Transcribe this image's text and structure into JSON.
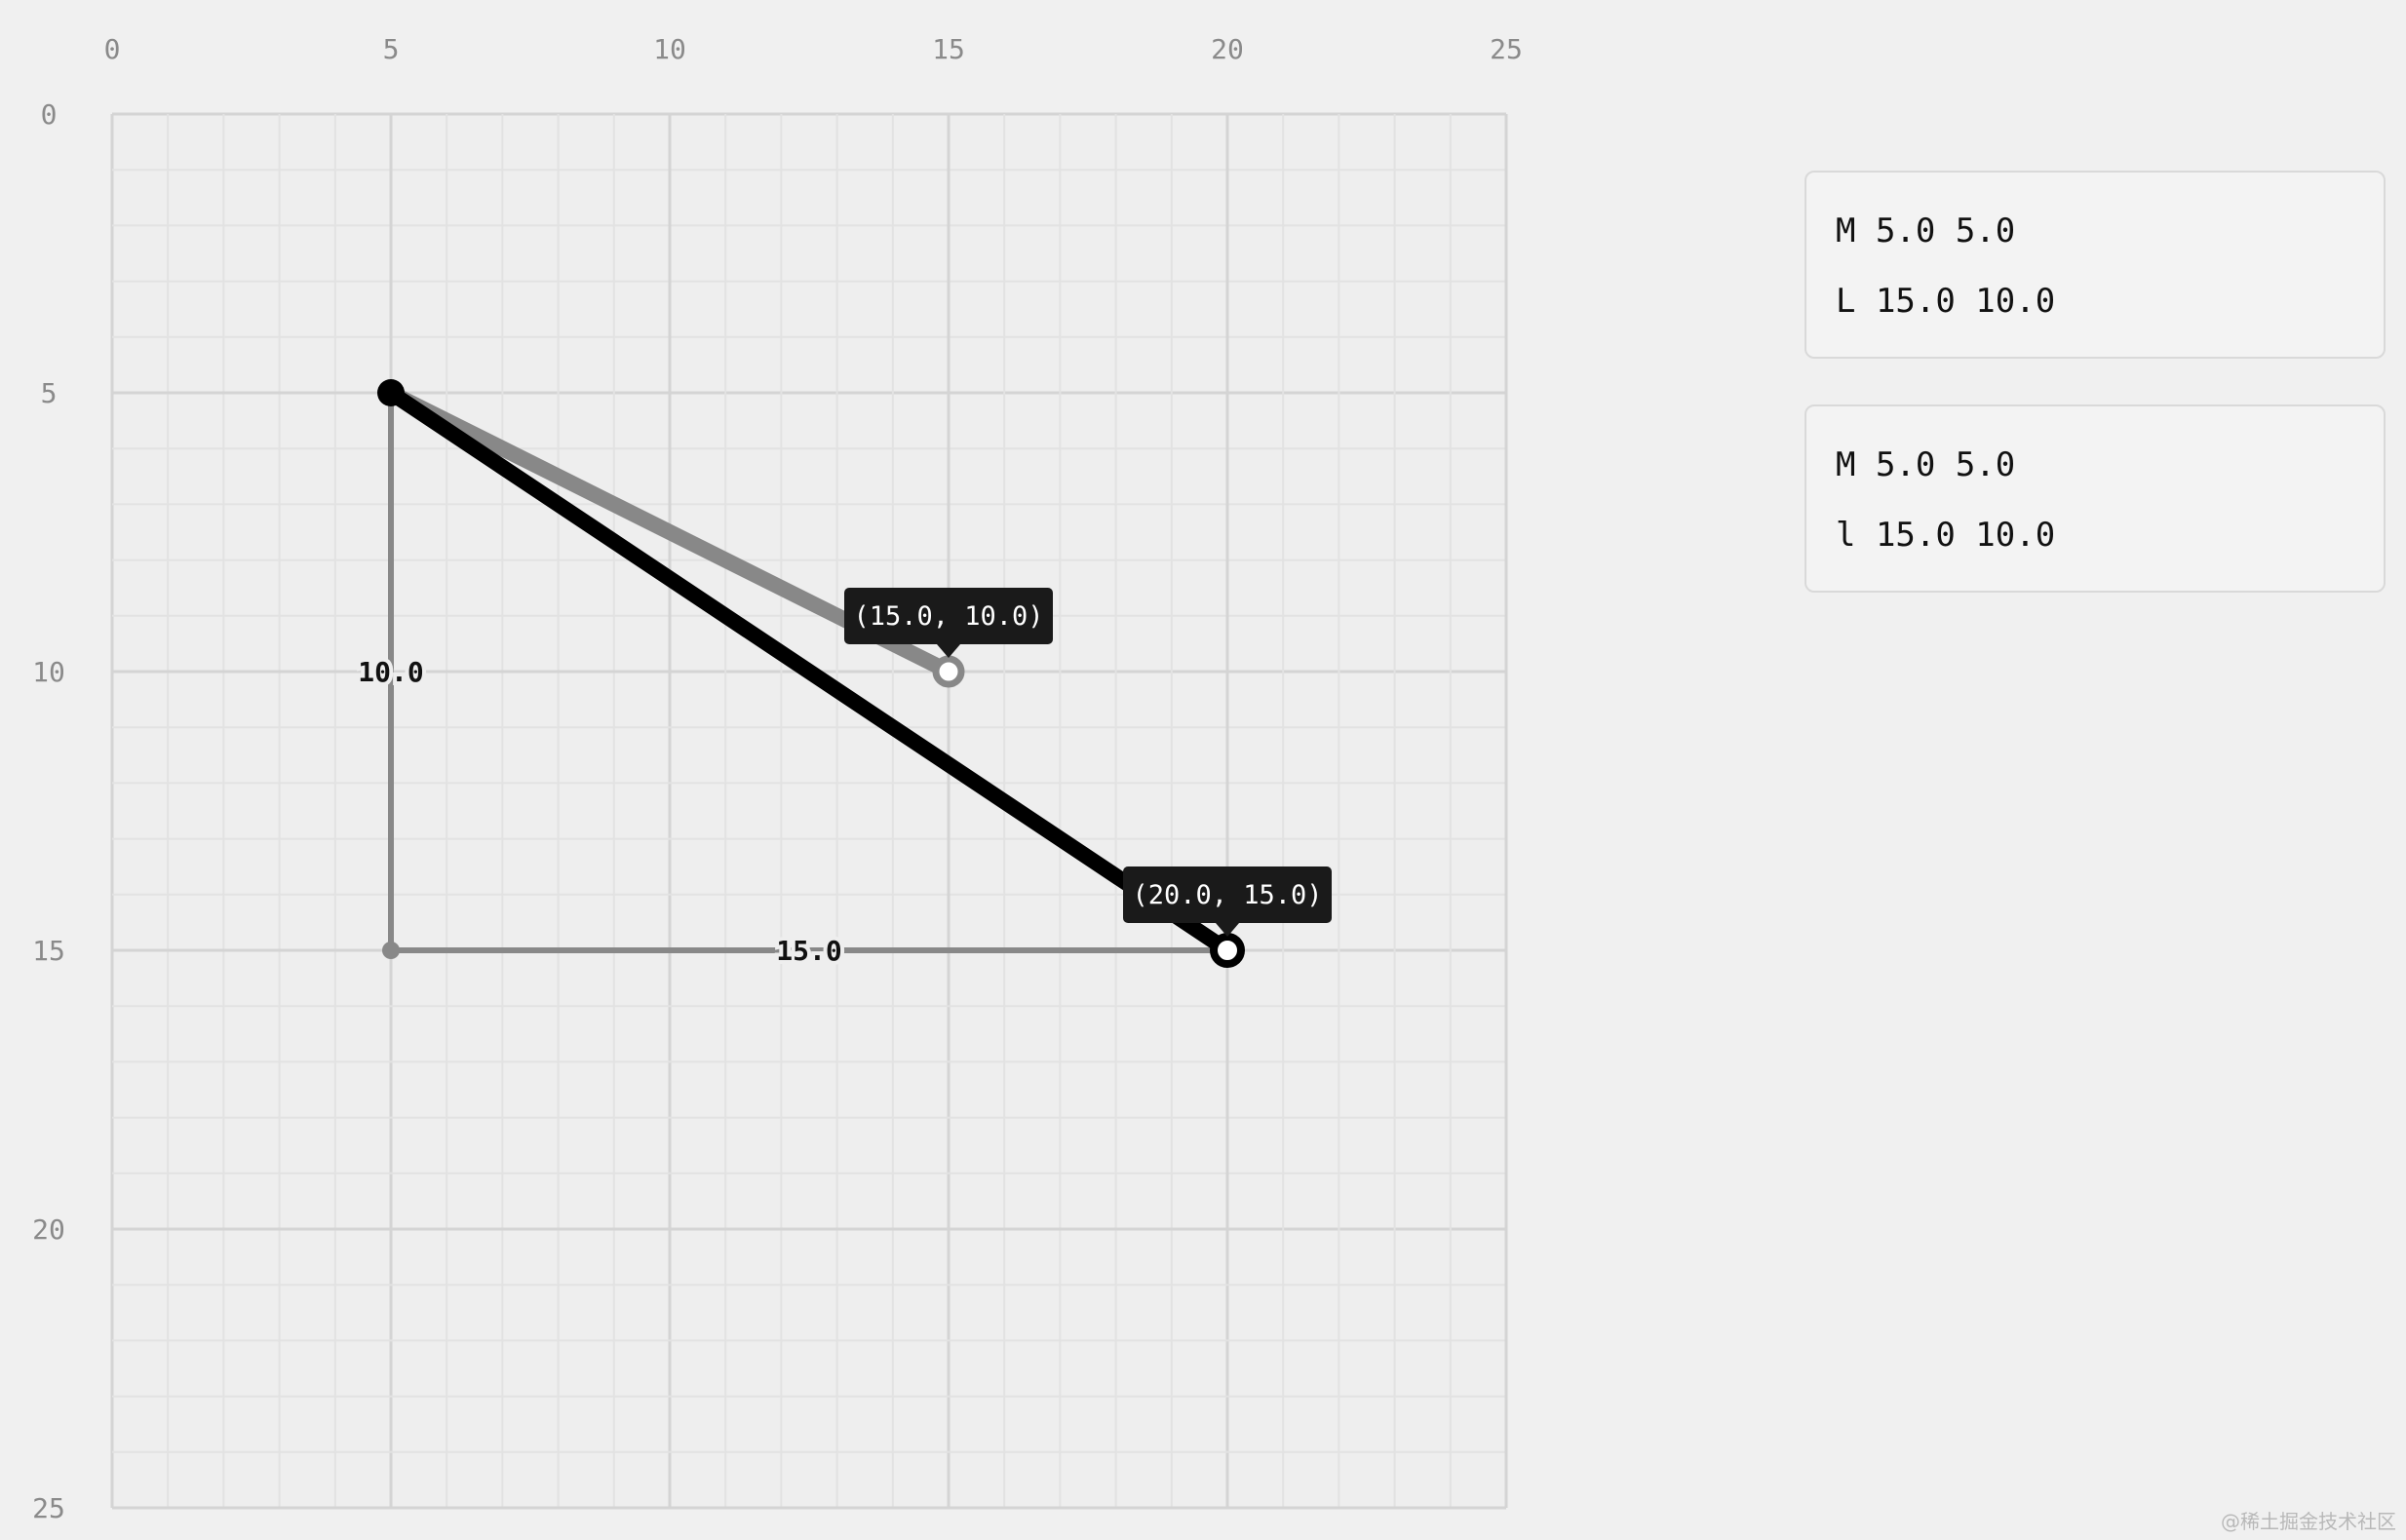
{
  "grid": {
    "x_ticks": [
      "0",
      "5",
      "10",
      "15",
      "20",
      "25"
    ],
    "y_ticks": [
      "0",
      "5",
      "10",
      "15",
      "20",
      "25"
    ],
    "range": [
      0,
      25
    ],
    "minor_step": 1,
    "major_step": 5
  },
  "colors": {
    "background": "#f0f0f0",
    "grid_minor": "#e2e2e2",
    "grid_major": "#d4d4d4",
    "relative_path": "#000000",
    "absolute_path": "#888888",
    "guide": "#888888",
    "tooltip_bg": "#1a1a1a"
  },
  "paths": {
    "absolute": {
      "start": [
        5,
        5
      ],
      "end": [
        15,
        10
      ]
    },
    "relative": {
      "start": [
        5,
        5
      ],
      "end": [
        20,
        15
      ]
    }
  },
  "guides": {
    "corner": [
      5,
      15
    ],
    "vertical_label": "10.0",
    "horizontal_label": "15.0"
  },
  "tooltips": {
    "absolute_end": "(15.0, 10.0)",
    "relative_end": "(20.0, 15.0)"
  },
  "panels": [
    {
      "lines": [
        "M 5.0 5.0",
        "L 15.0 10.0"
      ]
    },
    {
      "lines": [
        "M 5.0 5.0",
        "l 15.0 10.0"
      ]
    }
  ],
  "watermark": "@稀土掘金技术社区"
}
